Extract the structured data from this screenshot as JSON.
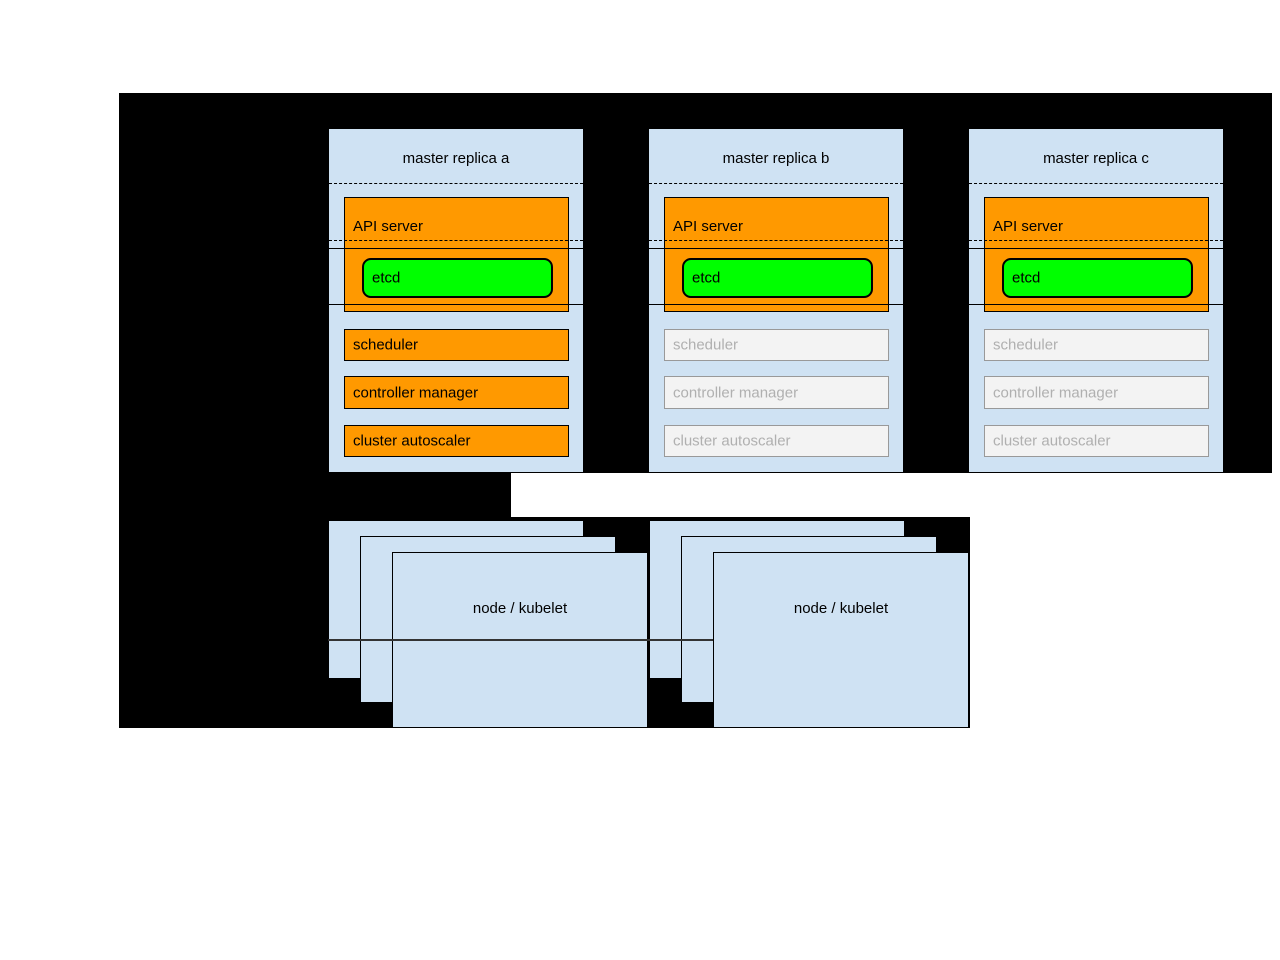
{
  "masters": [
    {
      "title": "master replica a",
      "state": "active",
      "api_server": "API server",
      "etcd": "etcd",
      "scheduler": "scheduler",
      "controller_manager": "controller manager",
      "cluster_autoscaler": "cluster autoscaler"
    },
    {
      "title": "master replica b",
      "state": "standby",
      "api_server": "API server",
      "etcd": "etcd",
      "scheduler": "scheduler",
      "controller_manager": "controller manager",
      "cluster_autoscaler": "cluster autoscaler"
    },
    {
      "title": "master replica c",
      "state": "standby",
      "api_server": "API server",
      "etcd": "etcd",
      "scheduler": "scheduler",
      "controller_manager": "controller manager",
      "cluster_autoscaler": "cluster autoscaler"
    }
  ],
  "nodes": [
    {
      "label": "node / kubelet"
    },
    {
      "label": "node / kubelet"
    }
  ],
  "colors": {
    "background": "#000000",
    "panel_blue": "#cfe2f3",
    "active_orange": "#ff9900",
    "etcd_green": "#00ff00",
    "standby_fill": "#f3f3f3",
    "standby_border": "#999999",
    "standby_text": "#b0b0b0"
  }
}
